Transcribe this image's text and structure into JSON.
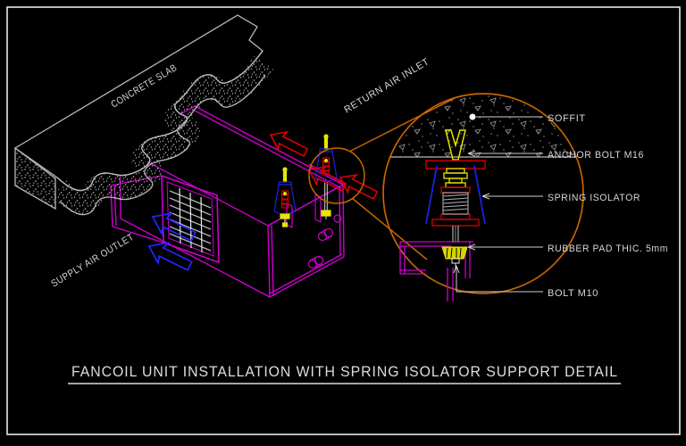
{
  "drawing": {
    "slab_label": "CONCRETE SLAB",
    "return_air_label": "RETURN AIR INLET",
    "supply_air_label": "SUPPLY AIR OUTLET",
    "title": "FANCOIL UNIT  INSTALLATION WITH SPRING ISOLATOR SUPPORT DETAIL",
    "detail_labels": {
      "soffit": "SOFFIT",
      "anchor_bolt": "ANCHOR BOLT M16",
      "spring_isolator": "SPRING ISOLATOR",
      "rubber_pad": "RUBBER PAD THIC. 5mm",
      "bolt": "BOLT M10"
    }
  },
  "colors": {
    "background": "#000000",
    "border": "#e8e8e8",
    "slab_grey": "#b8b8b8",
    "unit_magenta": "#cc00cc",
    "return_red": "#dd0000",
    "supply_blue": "#2323ff",
    "isolator_blue": "#2020e0",
    "bolt_yellow": "#e6e600",
    "spring_red": "#cc0000",
    "detail_orange": "#c86400",
    "label_grey": "#cfcfcf"
  }
}
